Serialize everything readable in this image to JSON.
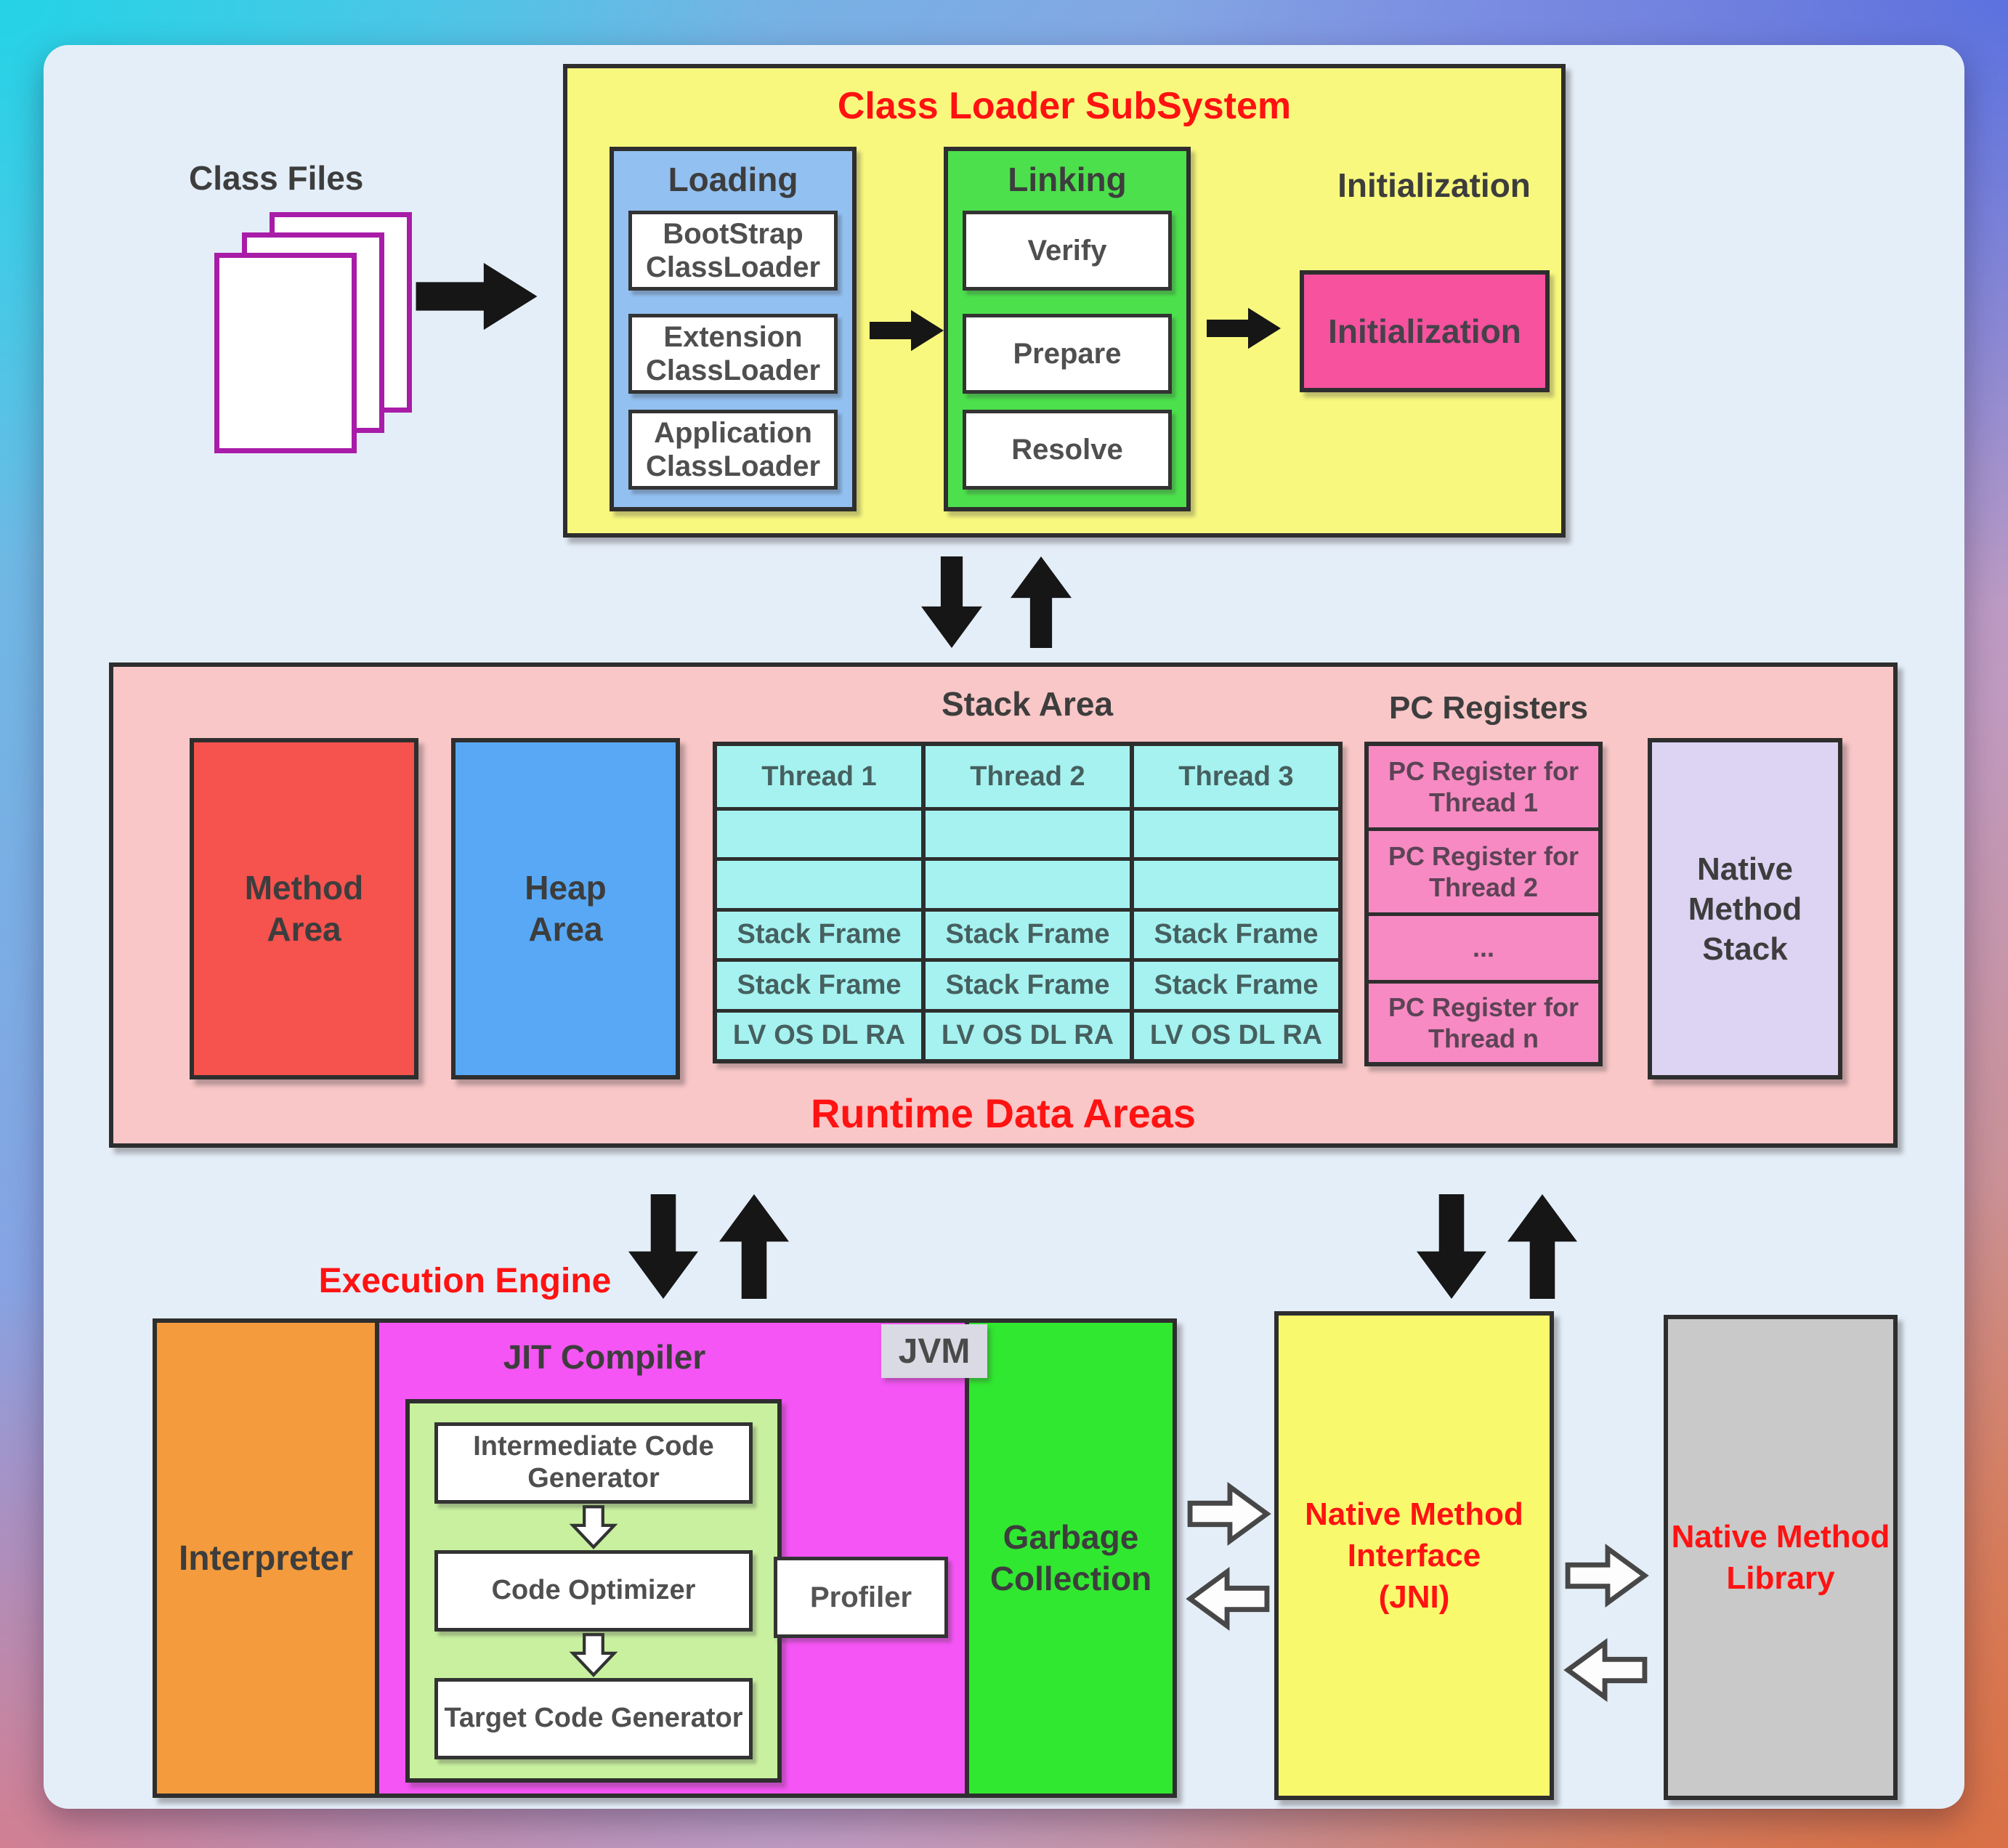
{
  "class_files": {
    "label": "Class Files"
  },
  "class_loader": {
    "title": "Class Loader SubSystem",
    "loading": {
      "title": "Loading",
      "items": [
        "BootStrap ClassLoader",
        "Extension ClassLoader",
        "Application ClassLoader"
      ]
    },
    "linking": {
      "title": "Linking",
      "items": [
        "Verify",
        "Prepare",
        "Resolve"
      ]
    },
    "initialization": {
      "heading": "Initialization",
      "box_label": "Initialization"
    }
  },
  "runtime": {
    "title": "Runtime Data Areas",
    "stack_area_title": "Stack Area",
    "pc_registers_title": "PC Registers",
    "method_area": "Method Area",
    "heap_area": "Heap Area",
    "native_method_stack": "Native Method Stack",
    "threads": [
      {
        "name": "Thread 1",
        "rows": [
          "",
          "",
          "Stack Frame",
          "Stack Frame",
          "LV OS DL RA"
        ]
      },
      {
        "name": "Thread 2",
        "rows": [
          "",
          "",
          "Stack Frame",
          "Stack Frame",
          "LV OS DL RA"
        ]
      },
      {
        "name": "Thread 3",
        "rows": [
          "",
          "",
          "Stack Frame",
          "Stack Frame",
          "LV OS DL RA"
        ]
      }
    ],
    "pc_registers": [
      "PC Register for Thread 1",
      "PC Register for Thread 2",
      "...",
      "PC Register for Thread n"
    ]
  },
  "execution": {
    "title": "Execution Engine",
    "interpreter": "Interpreter",
    "jit": {
      "title": "JIT Compiler",
      "pipeline": [
        "Intermediate Code Generator",
        "Code Optimizer",
        "Target Code Generator"
      ],
      "profiler": "Profiler"
    },
    "gc_lines": [
      "Garbage",
      "Collection"
    ],
    "jvm_badge": "JVM"
  },
  "jni": {
    "lines": [
      "Native Method",
      "Interface",
      "(JNI)"
    ]
  },
  "native_library": {
    "lines": [
      "Native Method",
      "Library"
    ]
  },
  "colors": {
    "panel": "#e4eef8",
    "class_loader_bg": "#f8f87e",
    "loading_bg": "#92c0f0",
    "linking_bg": "#4ce04c",
    "initialization_bg": "#f6529e",
    "runtime_bg": "#f9c7c7",
    "method_area_bg": "#f6524e",
    "heap_area_bg": "#58a8f6",
    "stack_cell_bg": "#a5f2f0",
    "pc_cell_bg": "#f78ac2",
    "native_stack_bg": "#ddd3f3",
    "interpreter_bg": "#f49b3d",
    "jit_bg": "#f455f4",
    "jit_inner_bg": "#c8f09e",
    "gc_bg": "#30e830",
    "jni_bg": "#f9f96d",
    "native_library_bg": "#c9c9c9",
    "jvm_badge_bg": "#d9dae3",
    "title_red": "#ff1212",
    "border": "#2e2e2e"
  }
}
